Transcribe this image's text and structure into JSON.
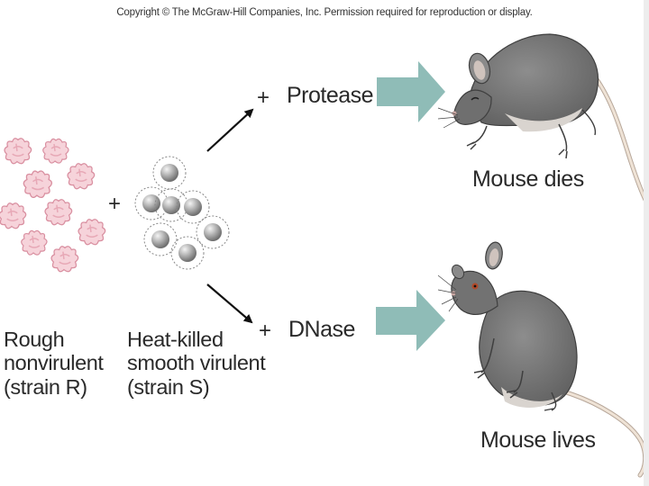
{
  "copyright": "Copyright © The McGraw-Hill Companies, Inc. Permission required for reproduction or display.",
  "plus_symbol": "+",
  "reagents": {
    "top": "Protease",
    "bottom": "DNase"
  },
  "outcomes": {
    "top": "Mouse dies",
    "bottom": "Mouse lives"
  },
  "strains": {
    "rough": [
      "Rough",
      "nonvirulent",
      "(strain R)"
    ],
    "smooth": [
      "Heat-killed",
      "smooth virulent",
      "(strain S)"
    ]
  },
  "colors": {
    "big_arrow": "#8fbcb7",
    "rough_cell": "#f3c7d0",
    "mouse_body": "#7a7a7a",
    "mouse_belly": "#d9d4cf",
    "mouse_tail": "#e5d9cc"
  },
  "icons": [
    "rough-cell-icon",
    "smooth-cell-icon",
    "mouse-icon",
    "arrow-icon"
  ]
}
